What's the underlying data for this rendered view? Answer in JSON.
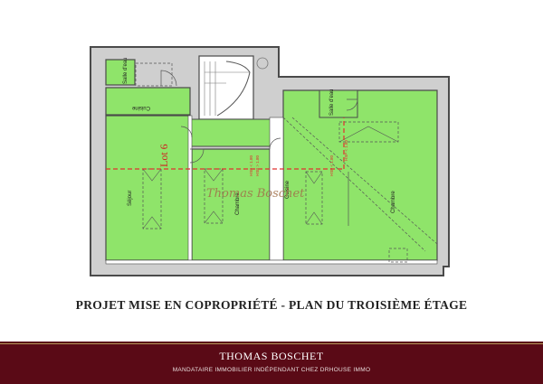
{
  "plan": {
    "lot_label": "Lot 6",
    "rooms": {
      "sde_left": "Salle d'eau",
      "cuisine_top": "Cuisine",
      "sde_right": "Salle d'eau",
      "sejour": "Séjour",
      "chambre_mid": "Chambre",
      "cuisine_mid": "Cuisine",
      "chambre_right": "Chambre"
    },
    "hsp": {
      "a": "HSP < 1.80",
      "b": "HSP > 1.80",
      "c": "HSP < 1.80",
      "d": "HSP < 1.80"
    },
    "watermark": "Thomas Boschet",
    "colors": {
      "room_fill": "#8fe46a",
      "outer_fill": "#cfcfcf",
      "wall": "#4a4a4a",
      "hsp_line": "#e03030"
    }
  },
  "caption": "PROJET MISE EN COPROPRIÉTÉ - PLAN DU TROISIÈME ÉTAGE",
  "footer": {
    "name": "THOMAS BOSCHET",
    "subtitle": "MANDATAIRE IMMOBILIER INDÉPENDANT CHEZ DRHOUSE IMMO",
    "background": "#5a0a16",
    "rule_color": "#b5975a"
  }
}
